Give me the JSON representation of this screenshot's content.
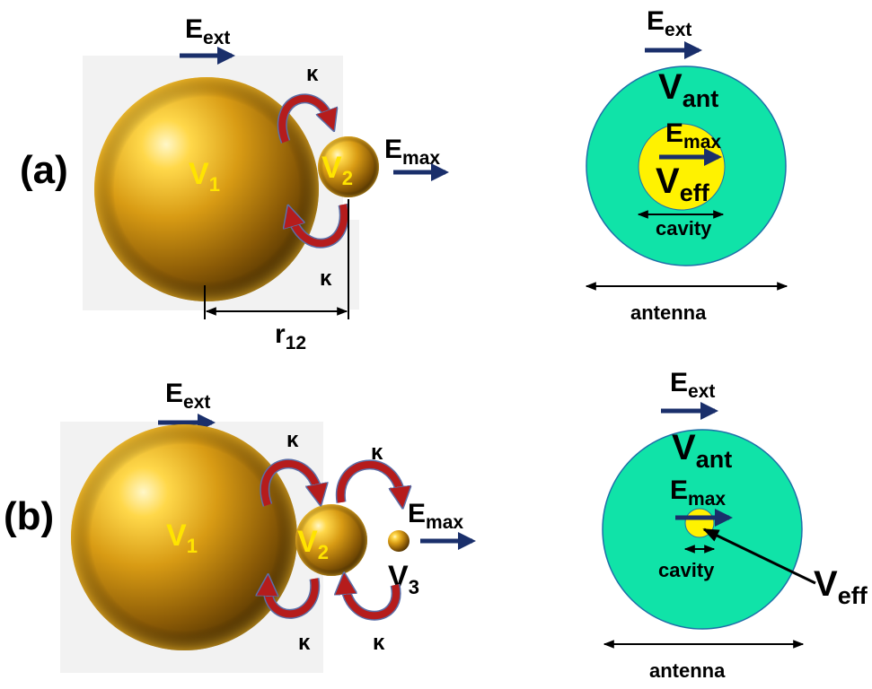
{
  "colors": {
    "gold_light": "#ffe98a",
    "gold_mid": "#d89b14",
    "gold_dark": "#5a3800",
    "field_arrow": "#1a2f6b",
    "coupling_arrow": "#b51c1c",
    "antenna_fill": "#10e3a8",
    "cavity_fill": "#fff200",
    "label_yellow": "#ffe400"
  },
  "panel_a": {
    "label": "(a)",
    "e_ext": {
      "main": "E",
      "sub": "ext"
    },
    "e_max": {
      "main": "E",
      "sub": "max"
    },
    "v1": {
      "main": "V",
      "sub": "1"
    },
    "v2": {
      "main": "V",
      "sub": "2"
    },
    "kappa_top": "κ",
    "kappa_bottom": "κ",
    "r12": {
      "main": "r",
      "sub": "12"
    },
    "schematic": {
      "e_ext": {
        "main": "E",
        "sub": "ext"
      },
      "v_ant": {
        "main": "V",
        "sub": "ant"
      },
      "e_max": {
        "main": "E",
        "sub": "max"
      },
      "v_eff": {
        "main": "V",
        "sub": "eff"
      },
      "cavity": "cavity",
      "antenna": "antenna"
    }
  },
  "panel_b": {
    "label": "(b)",
    "e_ext": {
      "main": "E",
      "sub": "ext"
    },
    "e_max": {
      "main": "E",
      "sub": "max"
    },
    "v1": {
      "main": "V",
      "sub": "1"
    },
    "v2": {
      "main": "V",
      "sub": "2"
    },
    "v3": {
      "main": "V",
      "sub": "3"
    },
    "kappa_top_1": "κ",
    "kappa_top_2": "κ",
    "kappa_bottom_1": "κ",
    "kappa_bottom_2": "κ",
    "schematic": {
      "e_ext": {
        "main": "E",
        "sub": "ext"
      },
      "v_ant": {
        "main": "V",
        "sub": "ant"
      },
      "e_max": {
        "main": "E",
        "sub": "max"
      },
      "v_eff": {
        "main": "V",
        "sub": "eff"
      },
      "cavity": "cavity",
      "antenna": "antenna"
    }
  }
}
